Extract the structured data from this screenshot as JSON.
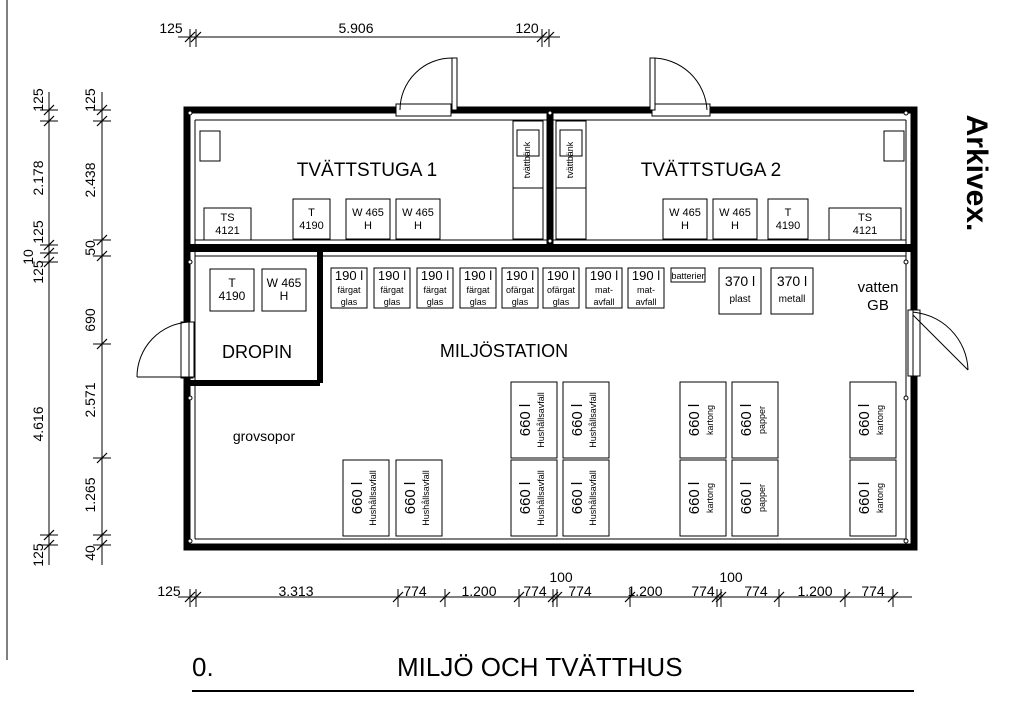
{
  "title": {
    "number": "0.",
    "name": "MILJÖ OCH TVÄTTHUS"
  },
  "brand": "Arkivex.",
  "rooms": {
    "laundry1": "TVÄTTSTUGA 1",
    "laundry2": "TVÄTTSTUGA 2",
    "dropin": "DROPIN",
    "environment": "MILJÖSTATION",
    "bulky_waste": "grovsopor",
    "water": [
      "vatten",
      "GB"
    ]
  },
  "fixtures": {
    "ts": [
      "TS",
      "4121"
    ],
    "dryer": [
      "T",
      "4190"
    ],
    "washer": [
      "W 465",
      "H"
    ],
    "wash_bench": "tvättbänk"
  },
  "bins": {
    "colored_glass": [
      "190 l",
      "färgat",
      "glas"
    ],
    "clear_glass": [
      "190 l",
      "ofärgat",
      "glas"
    ],
    "food_waste": [
      "190 l",
      "mat-",
      "avfall"
    ],
    "batteries": "batterier",
    "plastic": [
      "370 l",
      "plast"
    ],
    "metal": [
      "370 l",
      "metall"
    ],
    "household": [
      "660 l",
      "Hushållsavfall"
    ],
    "cardboard": [
      "660 l",
      "kartong"
    ],
    "paper": [
      "660 l",
      "papper"
    ]
  },
  "dimensions": {
    "top": [
      "125",
      "5.906",
      "120"
    ],
    "bottom": [
      "125",
      "3.313",
      "774",
      "1.200",
      "774",
      "100",
      "774",
      "1.200",
      "774",
      "100",
      "774",
      "1.200",
      "774"
    ],
    "left_outer": [
      "125",
      "2.178",
      "125",
      "10",
      "125",
      "4.616",
      "125"
    ],
    "left_inner": [
      "125",
      "2.438",
      "50",
      "690",
      "2.571",
      "1.265",
      "40"
    ]
  }
}
